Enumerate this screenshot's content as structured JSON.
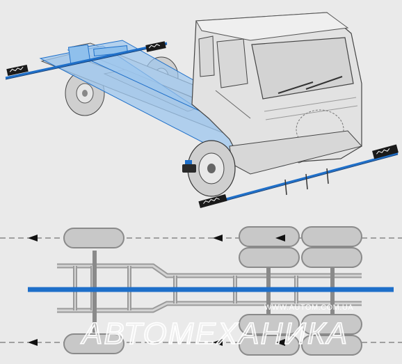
{
  "watermark": {
    "url": "WWW.AUTOM.COM.UA",
    "brand": "АВТОМЕХАНИКА"
  },
  "colors": {
    "background": "#eaeaea",
    "beam": "#1e6fc9",
    "beam_light": "#8fc0ec",
    "frame": "#b9b9b9",
    "axle": "#bdbdbd",
    "outline": "#333333",
    "truck_body": "#e2e2e2"
  },
  "diagram": {
    "top": "truck-chassis-with-alignment-beams",
    "bottom": "chassis-alignment-schematic",
    "axles": [
      "front",
      "rear-1",
      "rear-2"
    ],
    "arrow_direction": "left"
  }
}
